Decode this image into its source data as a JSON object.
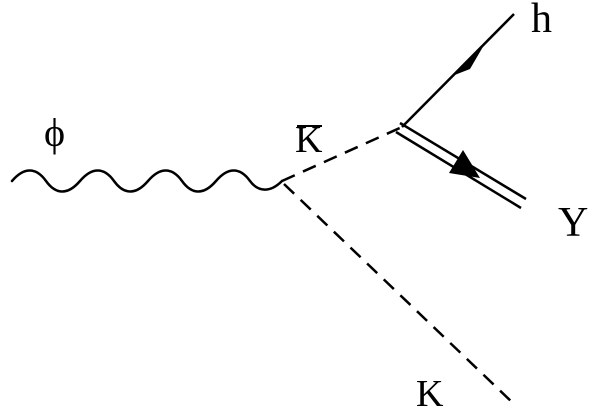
{
  "diagram": {
    "labels": {
      "phi": "ϕ",
      "kbar": "K",
      "h": "h",
      "y": "Y",
      "k": "K"
    },
    "colors": {
      "line": "#000000",
      "background": "#ffffff"
    }
  }
}
